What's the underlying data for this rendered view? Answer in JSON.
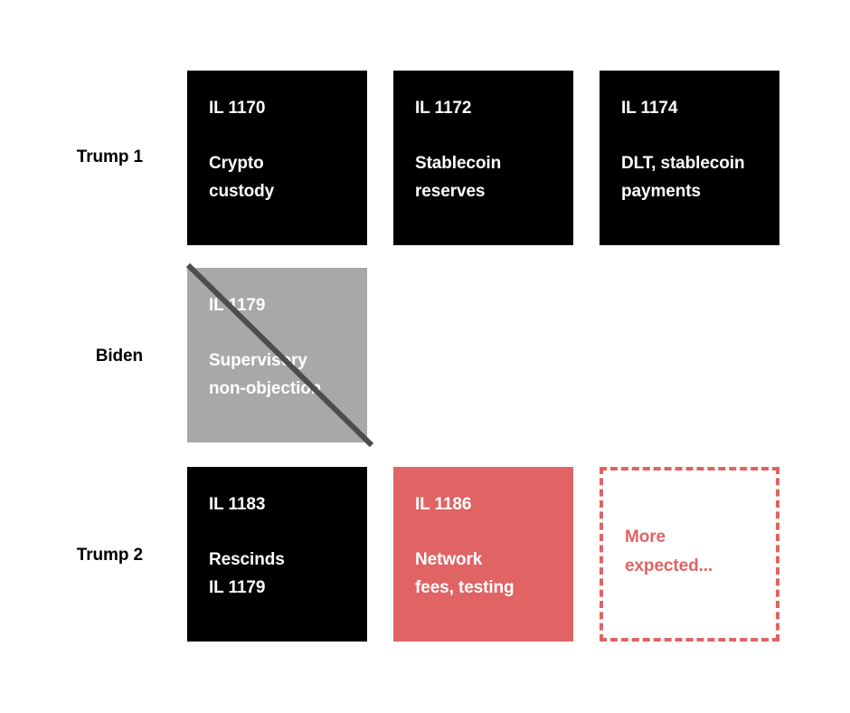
{
  "diagram": {
    "type": "timeline-matrix",
    "colors": {
      "active": "#000000",
      "rescinded": "#a8a8a8",
      "new": "#df6463",
      "expected_outline": "#df6463",
      "background": "#ffffff",
      "strike_line": "#4d4d4d"
    },
    "rows": [
      {
        "label": "Trump 1"
      },
      {
        "label": "Biden"
      },
      {
        "label": "Trump 2"
      }
    ],
    "cells": [
      {
        "row": "Trump 1",
        "column": 1,
        "id": "IL 1170",
        "description": "Crypto\ncustody",
        "style": "black",
        "struck_through": false
      },
      {
        "row": "Trump 1",
        "column": 2,
        "id": "IL 1172",
        "description": "Stablecoin\nreserves",
        "style": "black",
        "struck_through": false
      },
      {
        "row": "Trump 1",
        "column": 3,
        "id": "IL 1174",
        "description": "DLT, stablecoin\npayments",
        "style": "black",
        "struck_through": false
      },
      {
        "row": "Biden",
        "column": 1,
        "id": "IL 1179",
        "description": "Supervisory\nnon-objection",
        "style": "gray",
        "struck_through": true
      },
      {
        "row": "Biden",
        "column": 2,
        "id": "",
        "description": "",
        "style": "empty",
        "struck_through": false
      },
      {
        "row": "Biden",
        "column": 3,
        "id": "",
        "description": "",
        "style": "empty",
        "struck_through": false
      },
      {
        "row": "Trump 2",
        "column": 1,
        "id": "IL 1183",
        "description": "Rescinds\nIL 1179",
        "style": "black",
        "struck_through": false
      },
      {
        "row": "Trump 2",
        "column": 2,
        "id": "IL 1186",
        "description": "Network\nfees, testing",
        "style": "red",
        "struck_through": false
      },
      {
        "row": "Trump 2",
        "column": 3,
        "id": "",
        "description": "More\nexpected...",
        "style": "dashed",
        "struck_through": false
      }
    ]
  }
}
